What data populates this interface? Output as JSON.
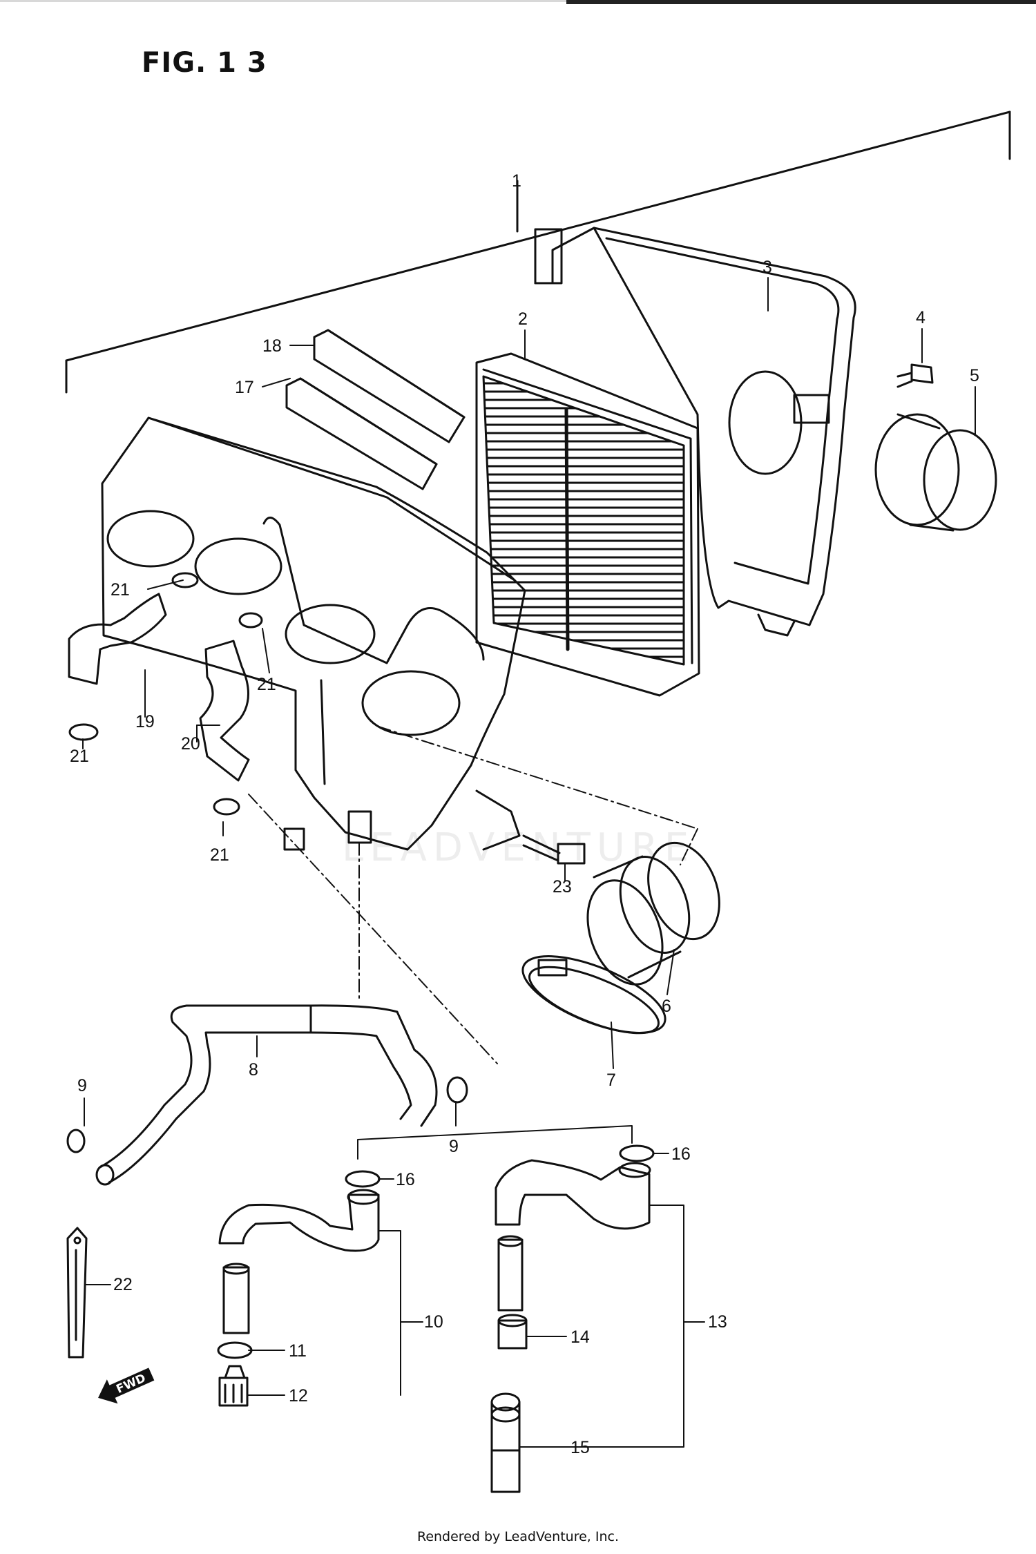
{
  "title": "FIG. 1 3",
  "watermark": "LEADVENTURE",
  "credit": "Rendered by LeadVenture, Inc.",
  "fwd_marker": "FWD",
  "colors": {
    "ink": "#111111",
    "paper": "#ffffff"
  },
  "callouts": [
    {
      "id": "label-1",
      "text": "1"
    },
    {
      "id": "label-2",
      "text": "2"
    },
    {
      "id": "label-3",
      "text": "3"
    },
    {
      "id": "label-4",
      "text": "4"
    },
    {
      "id": "label-5",
      "text": "5"
    },
    {
      "id": "label-6",
      "text": "6"
    },
    {
      "id": "label-7",
      "text": "7"
    },
    {
      "id": "label-8",
      "text": "8"
    },
    {
      "id": "label-9a",
      "text": "9"
    },
    {
      "id": "label-9b",
      "text": "9"
    },
    {
      "id": "label-10",
      "text": "10"
    },
    {
      "id": "label-11",
      "text": "11"
    },
    {
      "id": "label-12",
      "text": "12"
    },
    {
      "id": "label-13",
      "text": "13"
    },
    {
      "id": "label-14",
      "text": "14"
    },
    {
      "id": "label-15",
      "text": "15"
    },
    {
      "id": "label-16a",
      "text": "16"
    },
    {
      "id": "label-16b",
      "text": "16"
    },
    {
      "id": "label-17",
      "text": "17"
    },
    {
      "id": "label-18",
      "text": "18"
    },
    {
      "id": "label-19",
      "text": "19"
    },
    {
      "id": "label-20",
      "text": "20"
    },
    {
      "id": "label-21a",
      "text": "21"
    },
    {
      "id": "label-21b",
      "text": "21"
    },
    {
      "id": "label-21c",
      "text": "21"
    },
    {
      "id": "label-21d",
      "text": "21"
    },
    {
      "id": "label-22",
      "text": "22"
    },
    {
      "id": "label-23",
      "text": "23"
    }
  ]
}
